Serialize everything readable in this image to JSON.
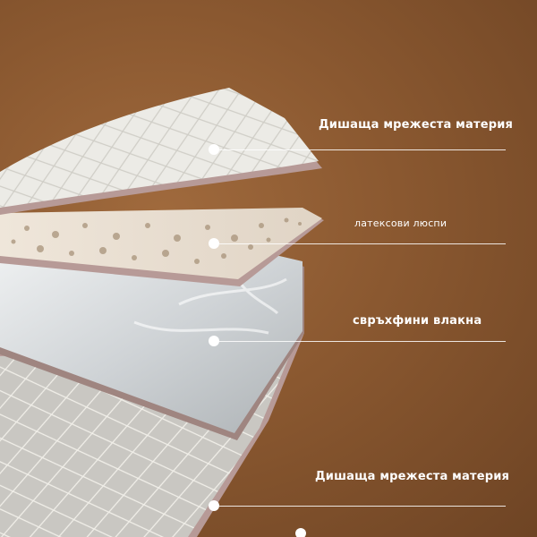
{
  "layers": [
    {
      "label": "Дишаща мрежеста материя"
    },
    {
      "label": "латексови люспи"
    },
    {
      "label": "свръхфини влакна"
    },
    {
      "label": "Дишаща мрежеста материя"
    }
  ],
  "colors": {
    "background": "#8a5830",
    "mesh_fabric": "#ecebe6",
    "latex": "#e6dccf",
    "fiber": "#d7dadc",
    "edge": "#b79a97"
  }
}
